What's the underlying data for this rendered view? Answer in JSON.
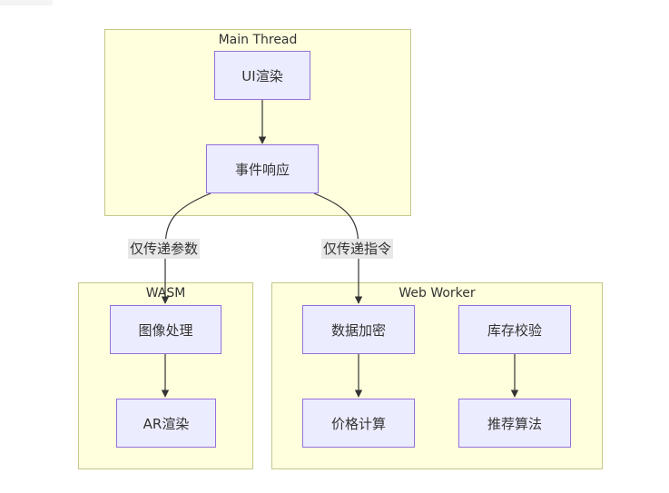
{
  "clusters": {
    "main_thread": {
      "title": "Main Thread"
    },
    "wasm": {
      "title": "WASM"
    },
    "web_worker": {
      "title": "Web Worker"
    }
  },
  "nodes": {
    "ui_render": "UI渲染",
    "event_response": "事件响应",
    "image_processing": "图像处理",
    "ar_render": "AR渲染",
    "data_encryption": "数据加密",
    "price_calculation": "价格计算",
    "inventory_check": "库存校验",
    "recommendation_algorithm": "推荐算法"
  },
  "edges": {
    "to_wasm_label": "仅传递参数",
    "to_worker_label": "仅传递指令"
  },
  "colors": {
    "cluster_fill": "#ffffde",
    "cluster_border": "#c6c78a",
    "node_fill": "#ececff",
    "node_border": "#9370db",
    "edge": "#333333",
    "edge_label_bg": "#e8e8e8"
  }
}
